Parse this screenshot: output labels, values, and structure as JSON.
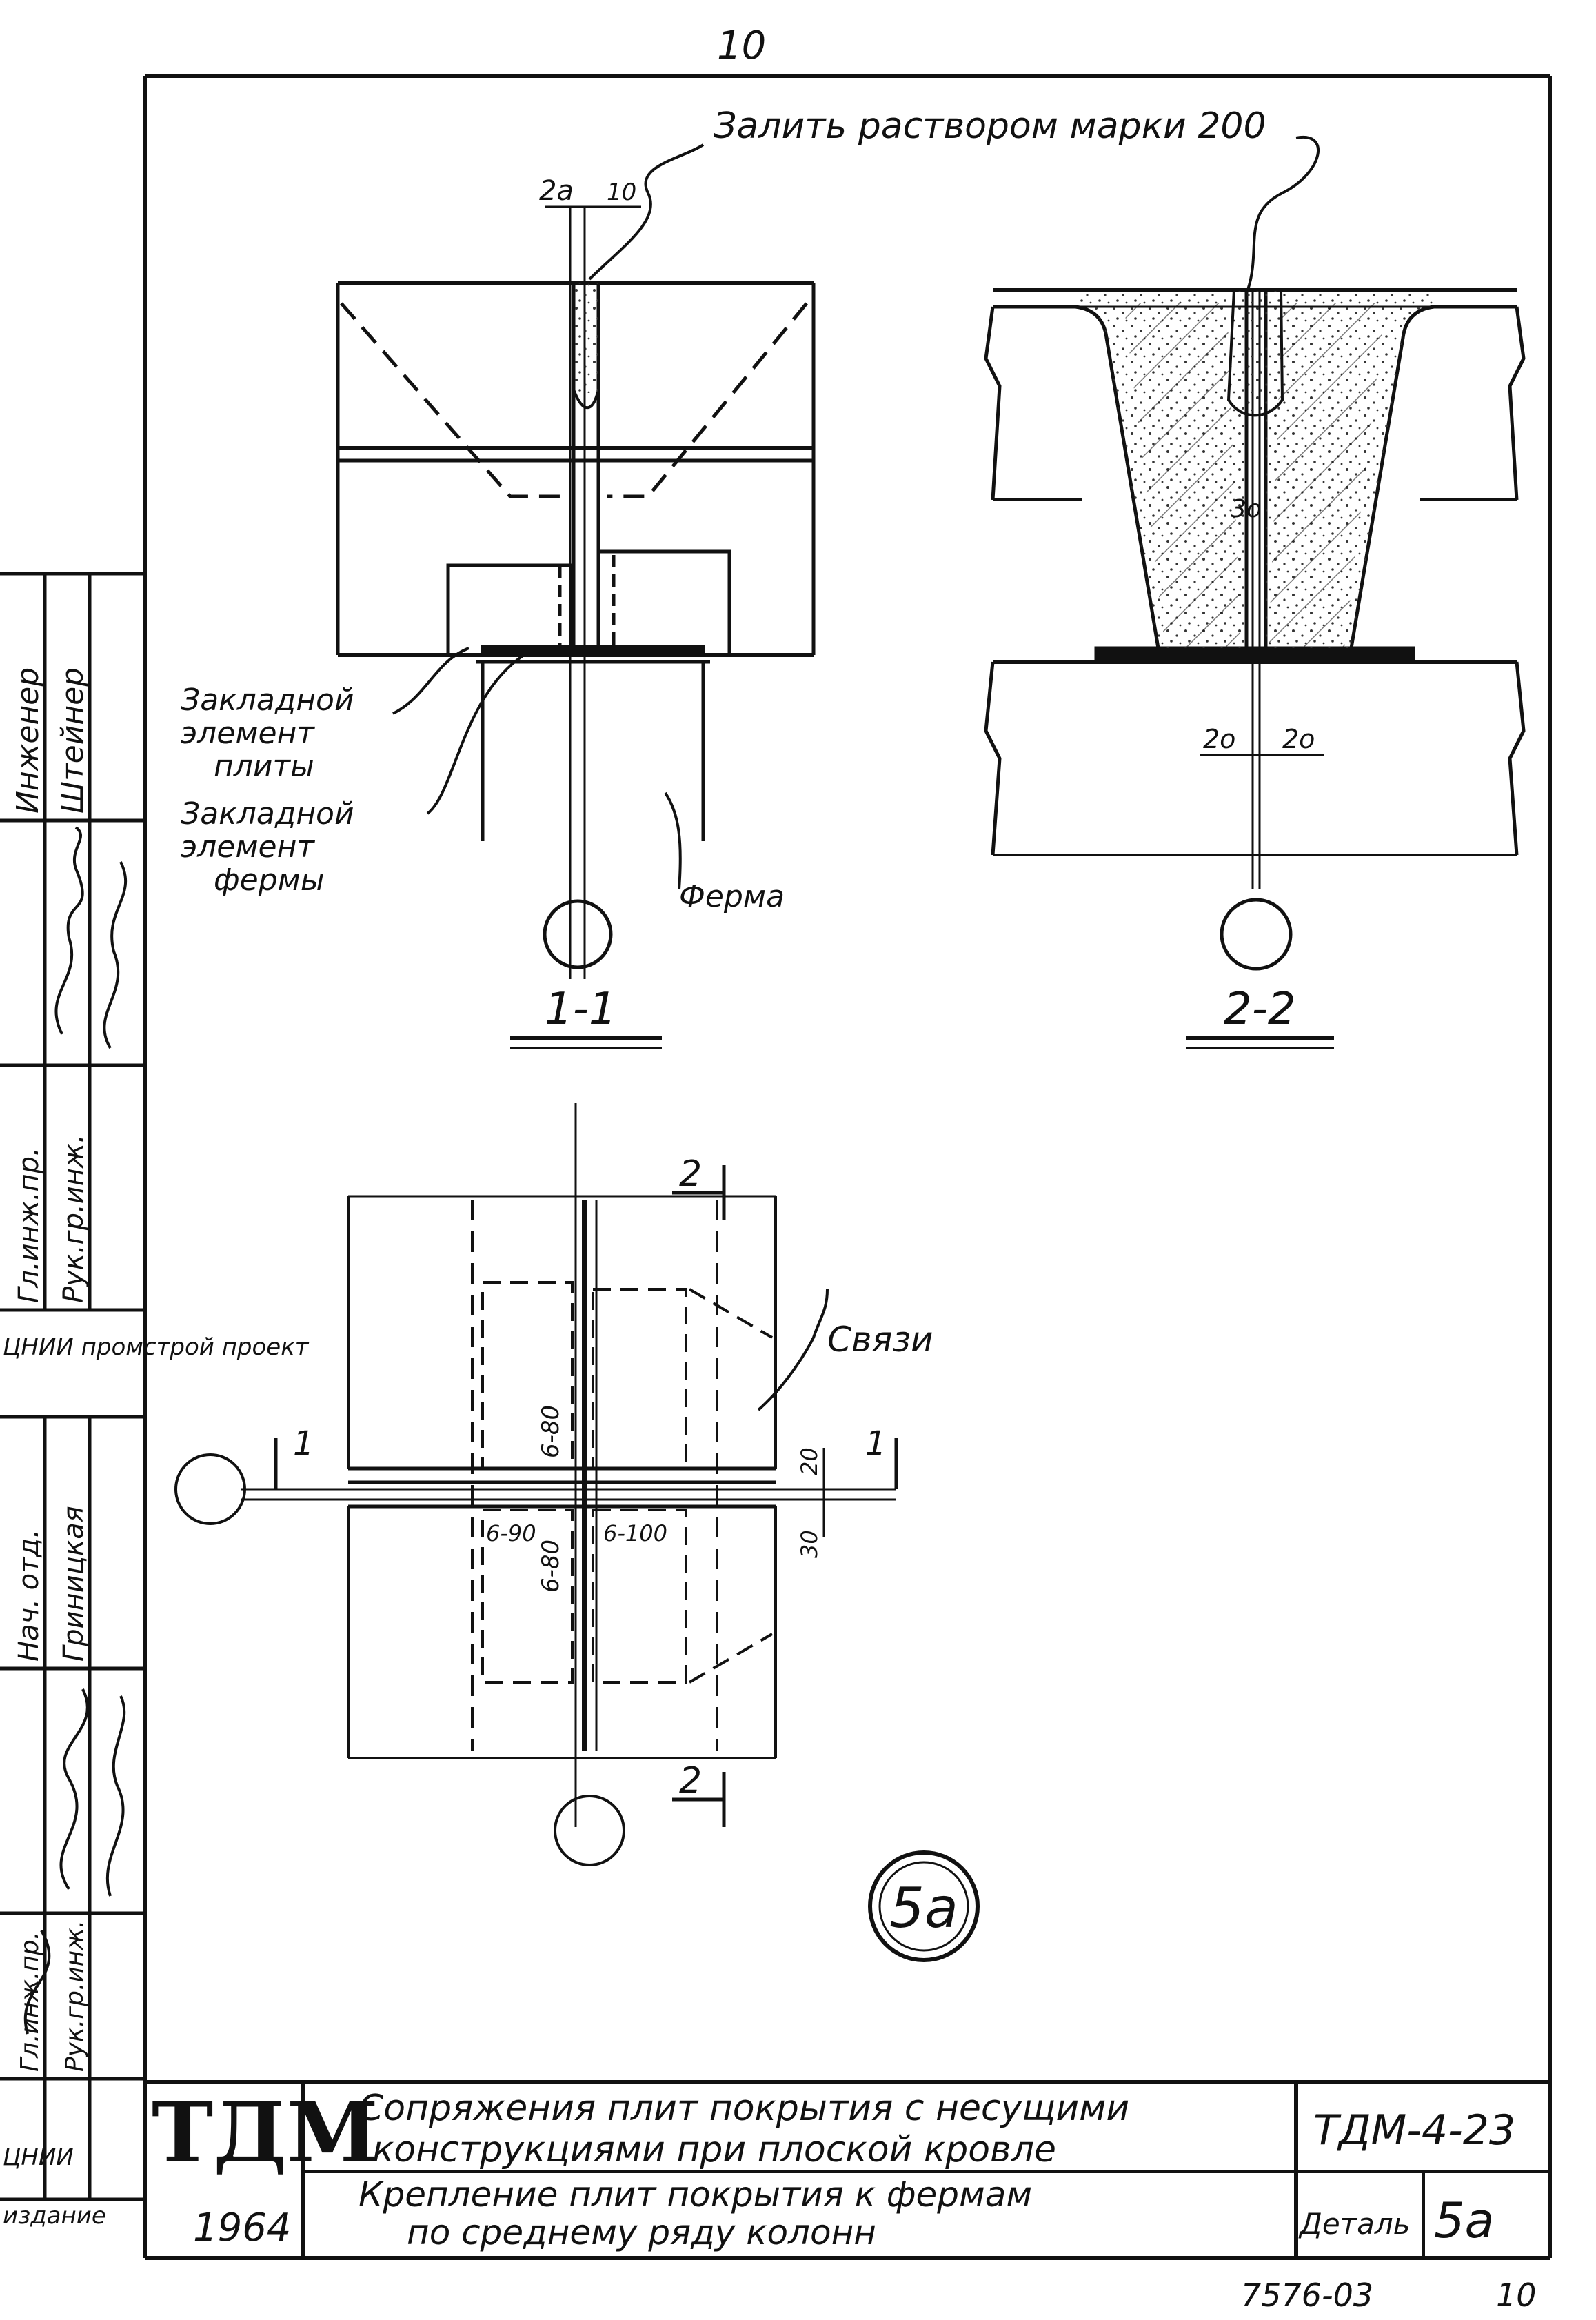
{
  "page_number": "10",
  "bottom_code": "7576-03",
  "bottom_page": "10",
  "section_1": {
    "label": "1-1",
    "dim_a": "2a",
    "dim_b": "10",
    "embed_plate": "Закладнойᵉ\nэлемент\nплиты",
    "embed_truss": "Закладнойᵉ\nэлемент\nфермы",
    "truss": "Ферма"
  },
  "section_2": {
    "label": "2-2",
    "dim_left": "2o",
    "dim_right": "2o",
    "dim_top": "3o"
  },
  "grout_note": "Залить раствором марки 200",
  "plan": {
    "cut_top": "2",
    "cut_bottom": "2",
    "cut_left": "1",
    "cut_right": "1",
    "ties_label": "Связи",
    "weld_1": "6-80",
    "weld_2": "6-80",
    "weld_3": "6-90",
    "weld_4": "6-100",
    "dim_20": "20",
    "dim_30": "30"
  },
  "detail_mark": "5a",
  "side_stamp": {
    "rows": [
      {
        "role": "Инженер",
        "name": "Штейнер"
      },
      {
        "role": "Гл.инж.пр.",
        "name": "Рук.гр.инж."
      },
      {
        "role": "ЦНИИ промстрой проект",
        "name": ""
      },
      {
        "role": "Нач. отд.",
        "name": "Гриницкая"
      },
      {
        "role": "Гл.инж.пр.",
        "name": "Рук.гр.инж."
      },
      {
        "role": "ЦНИИ",
        "name": "издание"
      }
    ]
  },
  "title_block": {
    "logo": "ТДМ",
    "year": "1964",
    "title_line1": "Сопряжения плит покрытия с несущими",
    "title_line2": "конструкциями при плоской кровле",
    "sub_line1": "Крепление плит покрытия к фермам",
    "sub_line2": "по среднему ряду колонн",
    "code": "ТДМ-4-23",
    "detail_label": "Деталь",
    "detail_value": "5а"
  }
}
